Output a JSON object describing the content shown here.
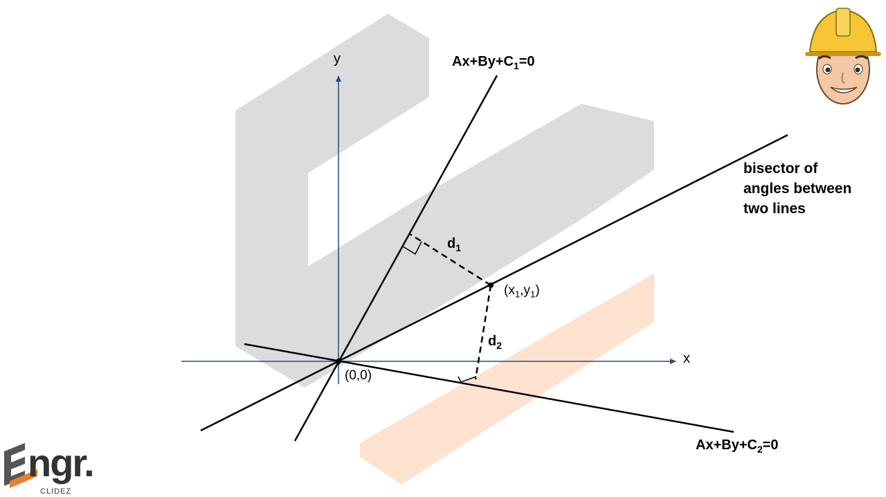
{
  "axes": {
    "x_label": "x",
    "y_label": "y"
  },
  "line1": {
    "eq_pre": "Ax+By+C",
    "eq_sub": "1",
    "eq_post": "=0"
  },
  "line2": {
    "eq_pre": "Ax+By+C",
    "eq_sub": "2",
    "eq_post": "=0"
  },
  "bisector_note": [
    "bisector of",
    "angles between",
    "two lines"
  ],
  "distance1": {
    "main": "d",
    "sub": "1"
  },
  "distance2": {
    "main": "d",
    "sub": "2"
  },
  "point": {
    "open": "(x",
    "sub1": "1",
    "mid": ",y",
    "sub2": "1",
    "close": ")"
  },
  "origin": "(0,0)",
  "logo": {
    "word": "ngr.",
    "sub": "CLIDEZ"
  },
  "colors": {
    "axis": "#1f4e79",
    "line": "#000000",
    "logo_orange": "#f07d2a",
    "watermark_gray": "#dcdcdc",
    "watermark_orange": "#fde3cf"
  }
}
